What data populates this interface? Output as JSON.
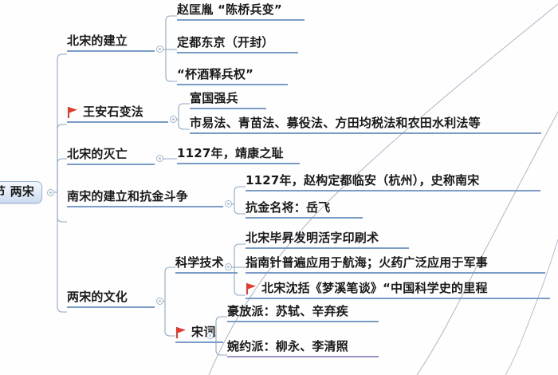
{
  "document": {
    "type": "mind-map",
    "title_visible": "节 两宋",
    "accent_color": "#7a9cc6",
    "flag_color": "#e23b2e",
    "text_color": "#1a1a1a",
    "root_fill": "#dfe9f6",
    "violet_underline": "#9a92c4"
  },
  "root": {
    "label": "节 两宋",
    "toggle_icon": "collapse-ring-icon"
  },
  "branches": [
    {
      "id": "beisong-jianli",
      "label": "北宋的建立",
      "flag": false,
      "toggle_icon": "collapse-ring-icon",
      "children": [
        {
          "label": "赵匡胤 “陈桥兵变”",
          "flag": false
        },
        {
          "label": "定都东京（开封）",
          "flag": false
        },
        {
          "label": "“杯酒释兵权”",
          "flag": false
        }
      ]
    },
    {
      "id": "wangangshi-bianfa",
      "label": "王安石变法",
      "flag": true,
      "flag_icon": "red-flag-icon",
      "toggle_icon": "collapse-ring-icon",
      "children": [
        {
          "label": "富国强兵",
          "flag": false
        },
        {
          "label": "市易法、青苗法、募役法、方田均税法和农田水利法等",
          "flag": false
        }
      ]
    },
    {
      "id": "beisong-miewang",
      "label": "北宋的灭亡",
      "flag": false,
      "toggle_icon": "collapse-ring-icon",
      "children": [
        {
          "label": "1127年，靖康之耻",
          "flag": false
        }
      ]
    },
    {
      "id": "nansong-jianli",
      "label": "南宋的建立和抗金斗争",
      "flag": false,
      "toggle_icon": "collapse-ring-icon",
      "children": [
        {
          "label": "1127年，赵构定都临安（杭州），史称南宋",
          "flag": false
        },
        {
          "label": "抗金名将：岳飞",
          "flag": false
        }
      ]
    },
    {
      "id": "liangsong-wenhua",
      "label": "两宋的文化",
      "flag": false,
      "toggle_icon": "collapse-ring-icon",
      "children": [
        {
          "id": "kexue-jishu",
          "label": "科学技术",
          "flag": false,
          "toggle_icon": "collapse-ring-icon",
          "children": [
            {
              "label": "北宋毕昇发明活字印刷术",
              "flag": false
            },
            {
              "label": "指南针普遍应用于航海；火药广泛应用于军事",
              "flag": false
            },
            {
              "label": "北宋沈括《梦溪笔谈》“中国科学史的里程",
              "flag": true,
              "flag_icon": "red-flag-icon"
            }
          ]
        },
        {
          "id": "songci",
          "label": "宋词",
          "flag": true,
          "flag_icon": "red-flag-icon",
          "toggle_icon": "collapse-ring-icon",
          "children": [
            {
              "label": "豪放派：苏轼、辛弃疾",
              "flag": false
            },
            {
              "label": "婉约派：柳永、李清照",
              "flag": false
            }
          ]
        }
      ]
    }
  ]
}
